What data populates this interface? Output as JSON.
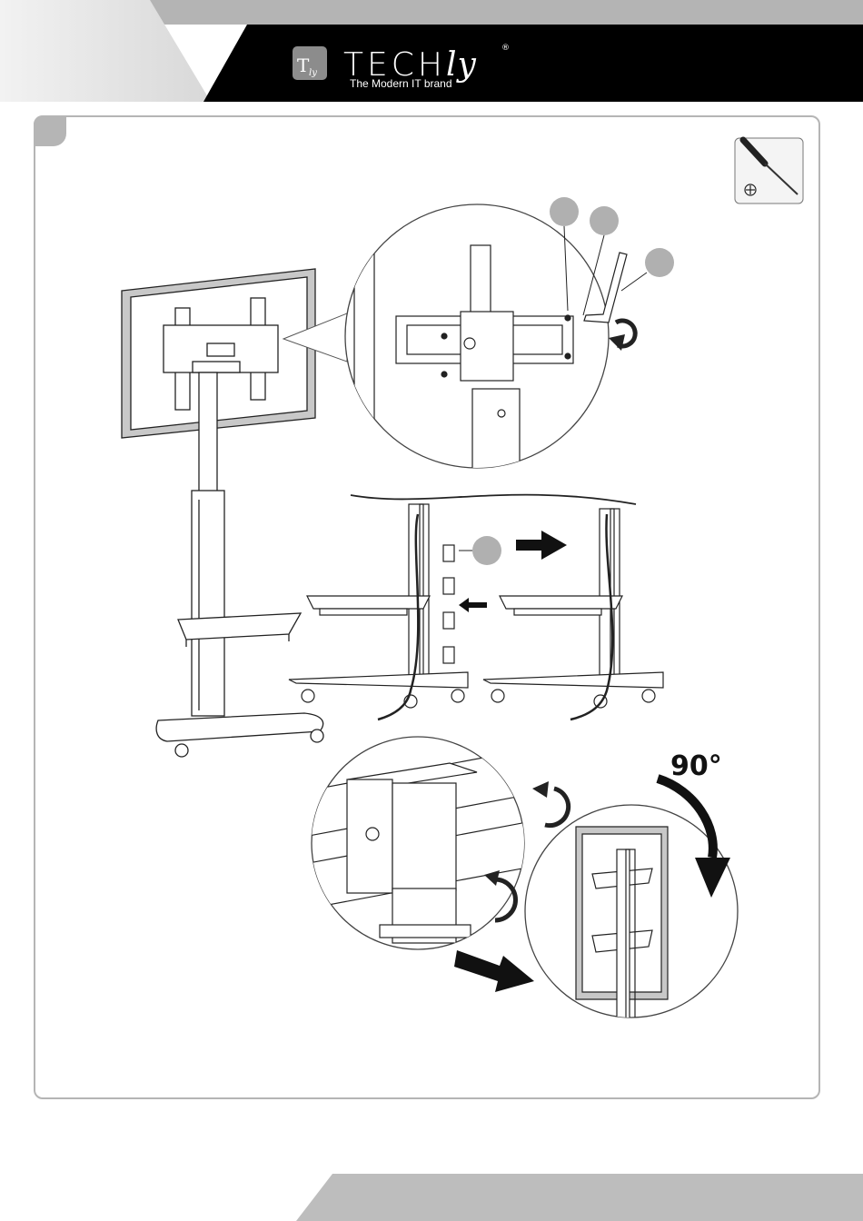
{
  "brand": {
    "name_prefix": "TECH",
    "name_suffix": "ly",
    "tagline": "The Modern IT brand",
    "registered": "®"
  },
  "figure": {
    "rotation_label": "90°"
  },
  "icons": [
    "screwdriver-icon",
    "hex-key-icon",
    "rotate-arrow-icon",
    "arrow-right-icon",
    "cable-clip-icon"
  ],
  "colors": {
    "header": "#000000",
    "header_gray": "#b4b4b4",
    "frame": "#b5b5b5",
    "footer": "#bdbdbd"
  }
}
